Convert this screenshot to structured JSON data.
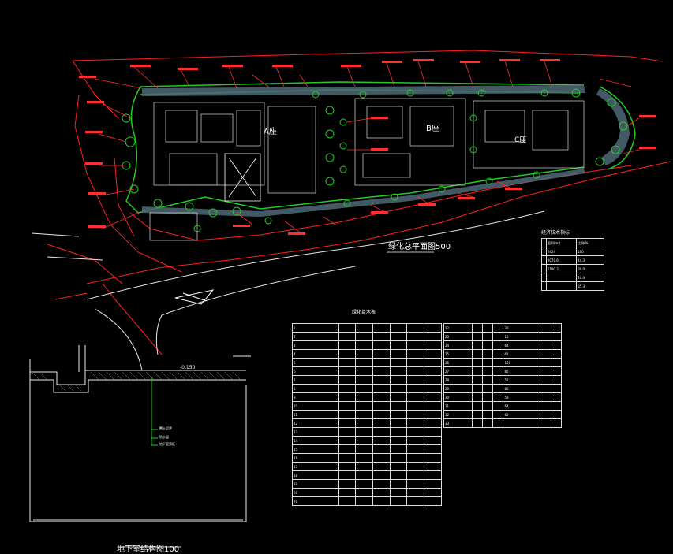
{
  "drawing": {
    "plan_title": "绿化总平面图500",
    "section_title": "地下室结构图100",
    "section_elevation": "-0.150",
    "section_note_labels": [
      "覆土层厚",
      "防水层",
      "地下室顶板"
    ],
    "building_labels": [
      "A座",
      "B座",
      "C座"
    ],
    "colors": {
      "background": "#000000",
      "property_line": "#ff2020",
      "building": "#cfcfcf",
      "planting": "#26c926",
      "pavement": "#6f8f9a",
      "annotation": "#ff3030",
      "text": "#ffffff"
    }
  },
  "econ_table": {
    "title": "经济技术指标",
    "header": [
      "",
      "面积(m²)",
      "比例(%)"
    ],
    "rows": [
      [
        "",
        "2424",
        "100"
      ],
      [
        "",
        "2070.6",
        "44.3"
      ],
      [
        "",
        "1190.3",
        "39.0"
      ],
      [
        "",
        "",
        "20.0"
      ],
      [
        "",
        "",
        "35.3"
      ]
    ]
  },
  "plant_table": {
    "title": "绿化苗木表",
    "left_rows": [
      [
        "1",
        "",
        "",
        "",
        "",
        "",
        ""
      ],
      [
        "2",
        "",
        "",
        "",
        "",
        "",
        ""
      ],
      [
        "3",
        "",
        "",
        "",
        "",
        "",
        ""
      ],
      [
        "4",
        "",
        "",
        "",
        "",
        "",
        ""
      ],
      [
        "5",
        "",
        "",
        "",
        "",
        "",
        ""
      ],
      [
        "6",
        "",
        "",
        "",
        "",
        "",
        ""
      ],
      [
        "7",
        "",
        "",
        "",
        "",
        "",
        ""
      ],
      [
        "8",
        "",
        "",
        "",
        "",
        "",
        ""
      ],
      [
        "9",
        "",
        "",
        "",
        "",
        "",
        ""
      ],
      [
        "10",
        "",
        "",
        "",
        "",
        "",
        ""
      ],
      [
        "11",
        "",
        "",
        "",
        "",
        "",
        ""
      ],
      [
        "12",
        "",
        "",
        "",
        "",
        "",
        ""
      ],
      [
        "13",
        "",
        "",
        "",
        "",
        "",
        ""
      ],
      [
        "14",
        "",
        "",
        "",
        "",
        "",
        ""
      ],
      [
        "15",
        "",
        "",
        "",
        "",
        "",
        ""
      ],
      [
        "16",
        "",
        "",
        "",
        "",
        "",
        ""
      ],
      [
        "17",
        "",
        "",
        "",
        "",
        "",
        ""
      ],
      [
        "18",
        "",
        "",
        "",
        "",
        "",
        ""
      ],
      [
        "19",
        "",
        "",
        "",
        "",
        "",
        ""
      ],
      [
        "20",
        "",
        "",
        "",
        "",
        "",
        ""
      ],
      [
        "21",
        "",
        "",
        "",
        "",
        "",
        ""
      ]
    ],
    "right_rows": [
      [
        "22",
        "",
        "",
        "",
        "30",
        "",
        ""
      ],
      [
        "23",
        "",
        "",
        "",
        "15",
        "",
        ""
      ],
      [
        "24",
        "",
        "",
        "",
        "64",
        "",
        ""
      ],
      [
        "25",
        "",
        "",
        "",
        "61",
        "",
        ""
      ],
      [
        "26",
        "",
        "",
        "",
        "150",
        "",
        ""
      ],
      [
        "27",
        "",
        "",
        "",
        "85",
        "",
        ""
      ],
      [
        "28",
        "",
        "",
        "",
        "52",
        "",
        ""
      ],
      [
        "29",
        "",
        "",
        "",
        "86",
        "",
        ""
      ],
      [
        "30",
        "",
        "",
        "",
        "58",
        "",
        ""
      ],
      [
        "31",
        "",
        "",
        "",
        "64",
        "",
        ""
      ],
      [
        "32",
        "",
        "",
        "",
        "62",
        "",
        ""
      ],
      [
        "33",
        "",
        "",
        "",
        "",
        "",
        ""
      ]
    ]
  }
}
